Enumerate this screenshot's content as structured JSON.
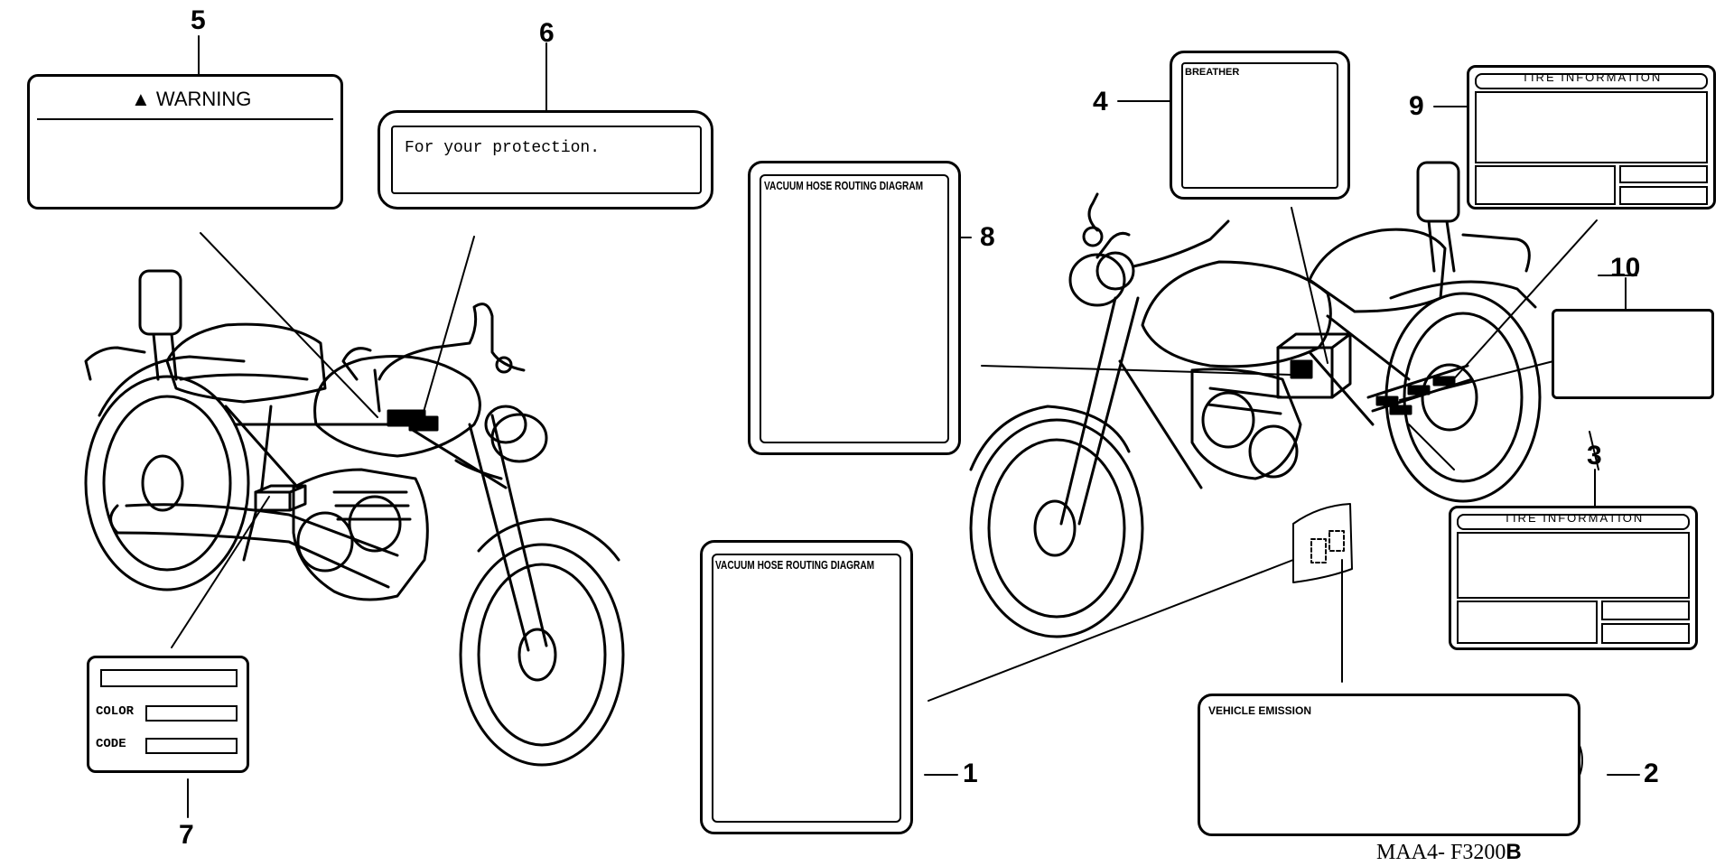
{
  "callouts": {
    "c1": "1",
    "c2": "2",
    "c3": "3",
    "c4": "4",
    "c5": "5",
    "c6": "6",
    "c7": "7",
    "c8": "8",
    "c9": "9",
    "c10": "10"
  },
  "labels": {
    "warning": {
      "title": "WARNING",
      "icon": "warning-triangle-icon"
    },
    "protection": {
      "text": "For your protection."
    },
    "vacuum_top": {
      "title": "VACUUM HOSE ROUTING DIAGRAM"
    },
    "vacuum_bottom": {
      "title": "VACUUM HOSE ROUTING DIAGRAM"
    },
    "breather": {
      "title": "BREATHER"
    },
    "tire_top": {
      "title": "TIRE INFORMATION"
    },
    "tire_mid": {
      "title": "TIRE INFORMATION"
    },
    "color_code": {
      "color": "COLOR",
      "code": "CODE"
    },
    "emission": {
      "title": "VEHICLE EMISSION",
      "icon": "honda-wing-logo-icon"
    }
  },
  "figure_code": "MAA4- F3200",
  "figure_code_suffix": "B"
}
